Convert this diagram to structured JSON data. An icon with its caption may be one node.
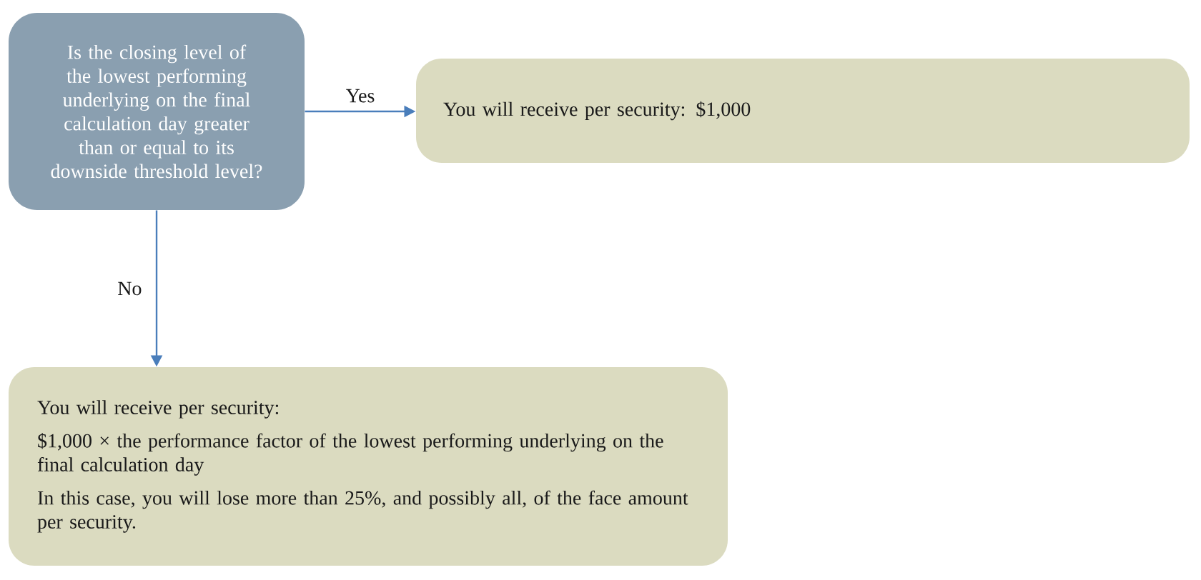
{
  "diagram": {
    "nodes": [
      {
        "text": [
          "Is the closing level of the lowest performing underlying on the final calculation day greater than or equal to its downside threshold level?"
        ]
      },
      {
        "text": [
          "You will receive per security: $1,000"
        ]
      },
      {
        "text": [
          "You will receive per security:",
          "$1,000 × the performance factor of the lowest performing underlying on the final calculation day",
          "In this case, you will lose more than 25%, and possibly all, of the face amount per security."
        ]
      }
    ],
    "edges": [
      {
        "from": 0,
        "to": 1,
        "arrow": "to",
        "label": "Yes"
      },
      {
        "from": 0,
        "to": 2,
        "arrow": "to",
        "label": "No"
      }
    ]
  }
}
